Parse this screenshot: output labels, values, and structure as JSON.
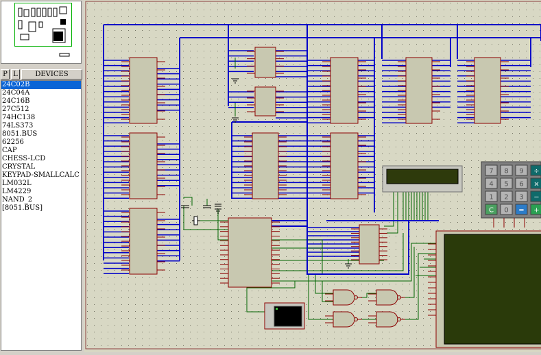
{
  "device_selector": {
    "pick_label": "P",
    "library_label": "L",
    "header": "DEVICES",
    "selected_index": 0,
    "items": [
      "24C02B",
      "24C04A",
      "24C16B",
      "27C512",
      "74HC138",
      "74LS373",
      "8051.BUS",
      "62256",
      "CAP",
      "CHESS-LCD",
      "CRYSTAL",
      "KEYPAD-SMALLCALC",
      "LM032L",
      "LM4229",
      "NAND_2",
      "[8051.BUS]"
    ]
  },
  "keypad": {
    "rows": [
      [
        "7",
        "8",
        "9",
        "÷"
      ],
      [
        "4",
        "5",
        "6",
        "×"
      ],
      [
        "1",
        "2",
        "3",
        "−"
      ],
      [
        "C",
        "0",
        "=",
        "+"
      ]
    ]
  },
  "colors": {
    "bus": "#0000c8",
    "wire": "#006400",
    "pin": "#8b0000",
    "chip_fill": "#c8c8b0",
    "sheet_bg": "#d8d8c4",
    "lcd_fill": "#2a3a0a"
  }
}
